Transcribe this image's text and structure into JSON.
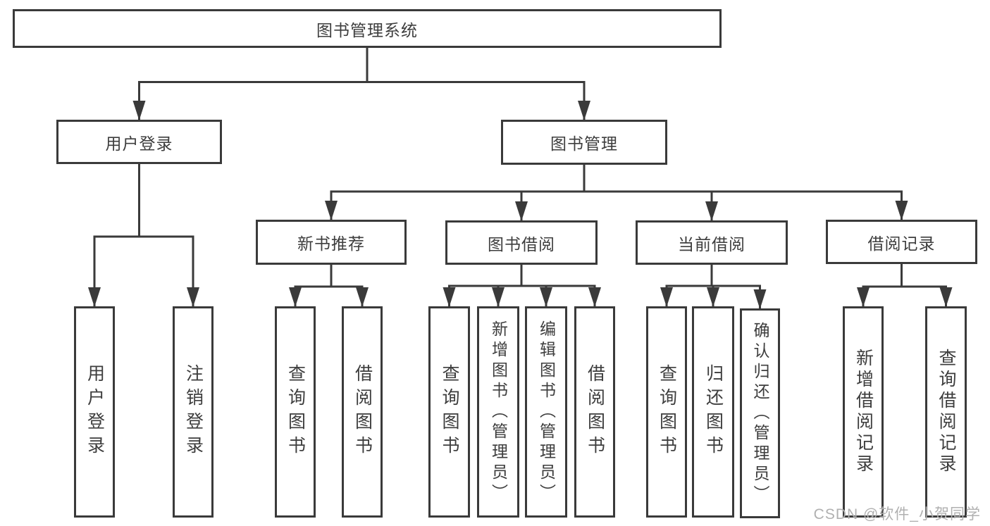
{
  "title": "图书管理系统",
  "level2": {
    "user_login": "用户登录",
    "book_mgmt": "图书管理"
  },
  "level3": {
    "new_books": "新书推荐",
    "book_borrow": "图书借阅",
    "current_borrow": "当前借阅",
    "borrow_records": "借阅记录"
  },
  "leaves": {
    "user_login": [
      "用户登录",
      "注销登录"
    ],
    "new_books": [
      "查询图书",
      "借阅图书"
    ],
    "book_borrow": [
      "查询图书",
      "新增图书（管理员）",
      "编辑图书（管理员）",
      "借阅图书"
    ],
    "current_borrow": [
      "查询图书",
      "归还图书",
      "确认归还（管理员）"
    ],
    "borrow_records": [
      "新增借阅记录",
      "查询借阅记录"
    ]
  },
  "watermark": "CSDN @软件_小贺同学",
  "colors": {
    "line": "#3a3a3a",
    "text": "#3d3d3d",
    "watermark": "#b0b0b0",
    "background": "#ffffff"
  }
}
